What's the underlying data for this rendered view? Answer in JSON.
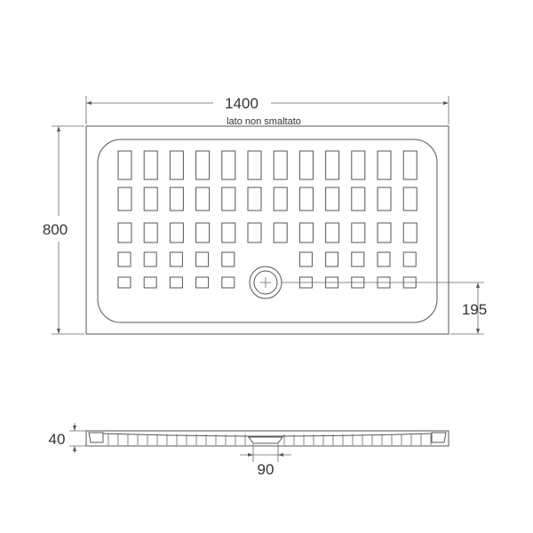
{
  "dimensions": {
    "width_label": "1400",
    "height_label": "800",
    "drain_offset_label": "195",
    "thickness_label": "40",
    "drain_diameter_label": "90",
    "note": "lato non smaltato"
  },
  "colors": {
    "line": "#555555",
    "text": "#333333",
    "background": "#ffffff"
  },
  "grid": {
    "columns": 12,
    "rows": 5,
    "drain_gap_columns": [
      5,
      6
    ]
  }
}
